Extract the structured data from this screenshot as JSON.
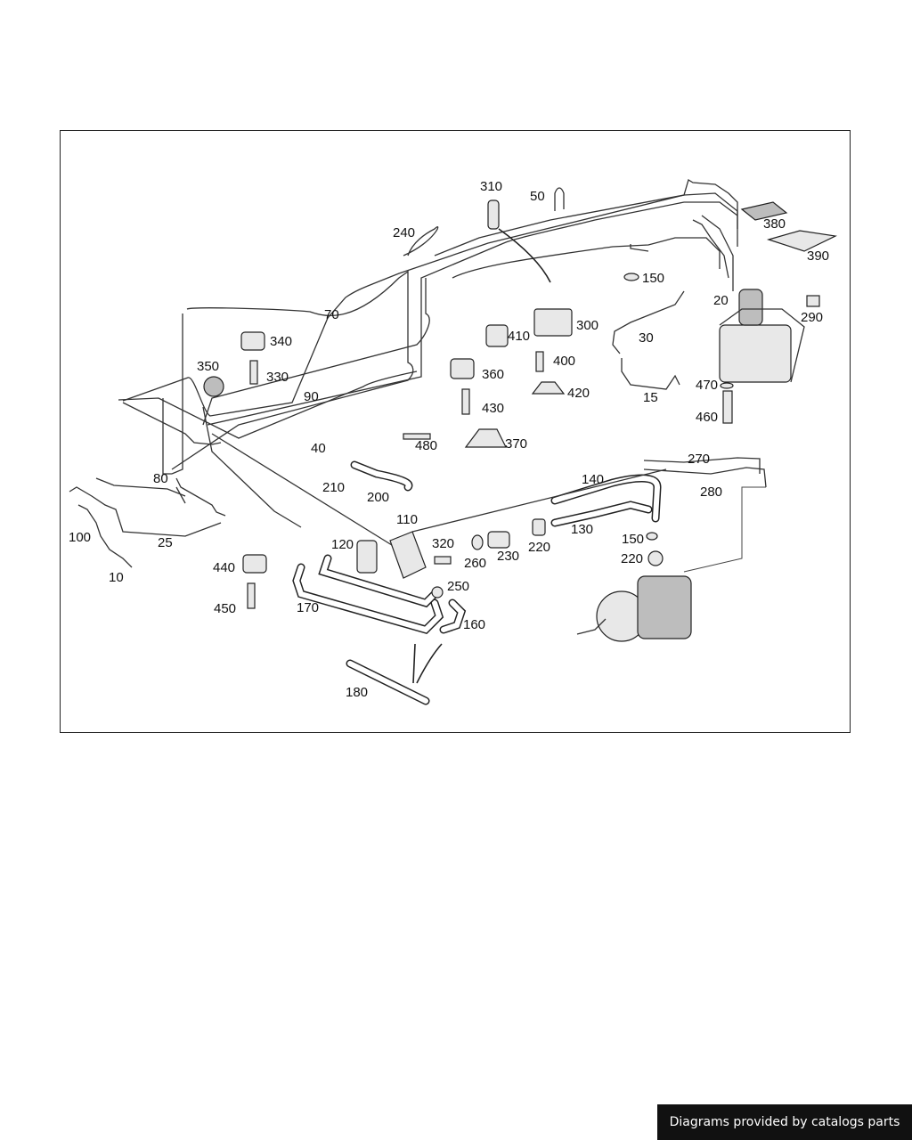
{
  "diagram": {
    "callouts": [
      {
        "id": "c310",
        "text": "310"
      },
      {
        "id": "c50",
        "text": "50"
      },
      {
        "id": "c380",
        "text": "380"
      },
      {
        "id": "c240",
        "text": "240"
      },
      {
        "id": "c390",
        "text": "390"
      },
      {
        "id": "c150a",
        "text": "150"
      },
      {
        "id": "c20",
        "text": "20"
      },
      {
        "id": "c70",
        "text": "70"
      },
      {
        "id": "c300",
        "text": "300"
      },
      {
        "id": "c290",
        "text": "290"
      },
      {
        "id": "c340",
        "text": "340"
      },
      {
        "id": "c410",
        "text": "410"
      },
      {
        "id": "c30",
        "text": "30"
      },
      {
        "id": "c350",
        "text": "350"
      },
      {
        "id": "c400",
        "text": "400"
      },
      {
        "id": "c330",
        "text": "330"
      },
      {
        "id": "c360",
        "text": "360"
      },
      {
        "id": "c470",
        "text": "470"
      },
      {
        "id": "c90",
        "text": "90"
      },
      {
        "id": "c420",
        "text": "420"
      },
      {
        "id": "c15",
        "text": "15"
      },
      {
        "id": "c430",
        "text": "430"
      },
      {
        "id": "c460",
        "text": "460"
      },
      {
        "id": "c40",
        "text": "40"
      },
      {
        "id": "c480",
        "text": "480"
      },
      {
        "id": "c370",
        "text": "370"
      },
      {
        "id": "c270",
        "text": "270"
      },
      {
        "id": "c80",
        "text": "80"
      },
      {
        "id": "c140",
        "text": "140"
      },
      {
        "id": "c210",
        "text": "210"
      },
      {
        "id": "c280",
        "text": "280"
      },
      {
        "id": "c200",
        "text": "200"
      },
      {
        "id": "c110",
        "text": "110"
      },
      {
        "id": "c130",
        "text": "130"
      },
      {
        "id": "c100",
        "text": "100"
      },
      {
        "id": "c25",
        "text": "25"
      },
      {
        "id": "c320",
        "text": "320"
      },
      {
        "id": "c220a",
        "text": "220"
      },
      {
        "id": "c150b",
        "text": "150"
      },
      {
        "id": "c120",
        "text": "120"
      },
      {
        "id": "c230",
        "text": "230"
      },
      {
        "id": "c260",
        "text": "260"
      },
      {
        "id": "c220b",
        "text": "220"
      },
      {
        "id": "c10",
        "text": "10"
      },
      {
        "id": "c440",
        "text": "440"
      },
      {
        "id": "c250",
        "text": "250"
      },
      {
        "id": "c450",
        "text": "450"
      },
      {
        "id": "c170",
        "text": "170"
      },
      {
        "id": "c160",
        "text": "160"
      },
      {
        "id": "c180",
        "text": "180"
      }
    ]
  },
  "footer": {
    "credit": "Diagrams provided by catalogs parts"
  }
}
